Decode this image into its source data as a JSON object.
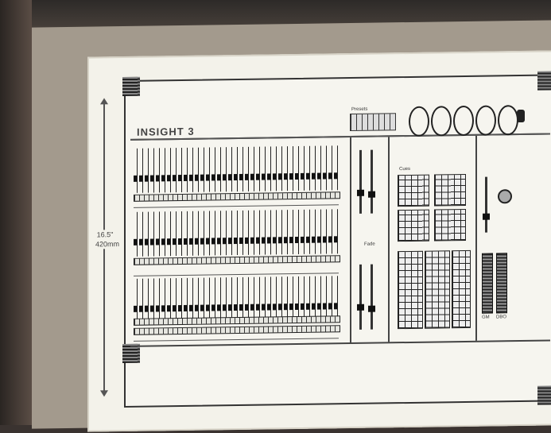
{
  "slide": {
    "brand": "INSIGHT 3",
    "dimension_in": "16.5\"",
    "dimension_mm": "420mm"
  },
  "console": {
    "keypad_label": "Presets",
    "pad_label_top": "Cues",
    "pad_label_mid": "Fade",
    "grandmaster_labels": [
      "GM",
      "DBO"
    ]
  },
  "colors": {
    "wall": "#3a3330",
    "slide_bg": "#f3f2ea",
    "ink": "#333333"
  }
}
